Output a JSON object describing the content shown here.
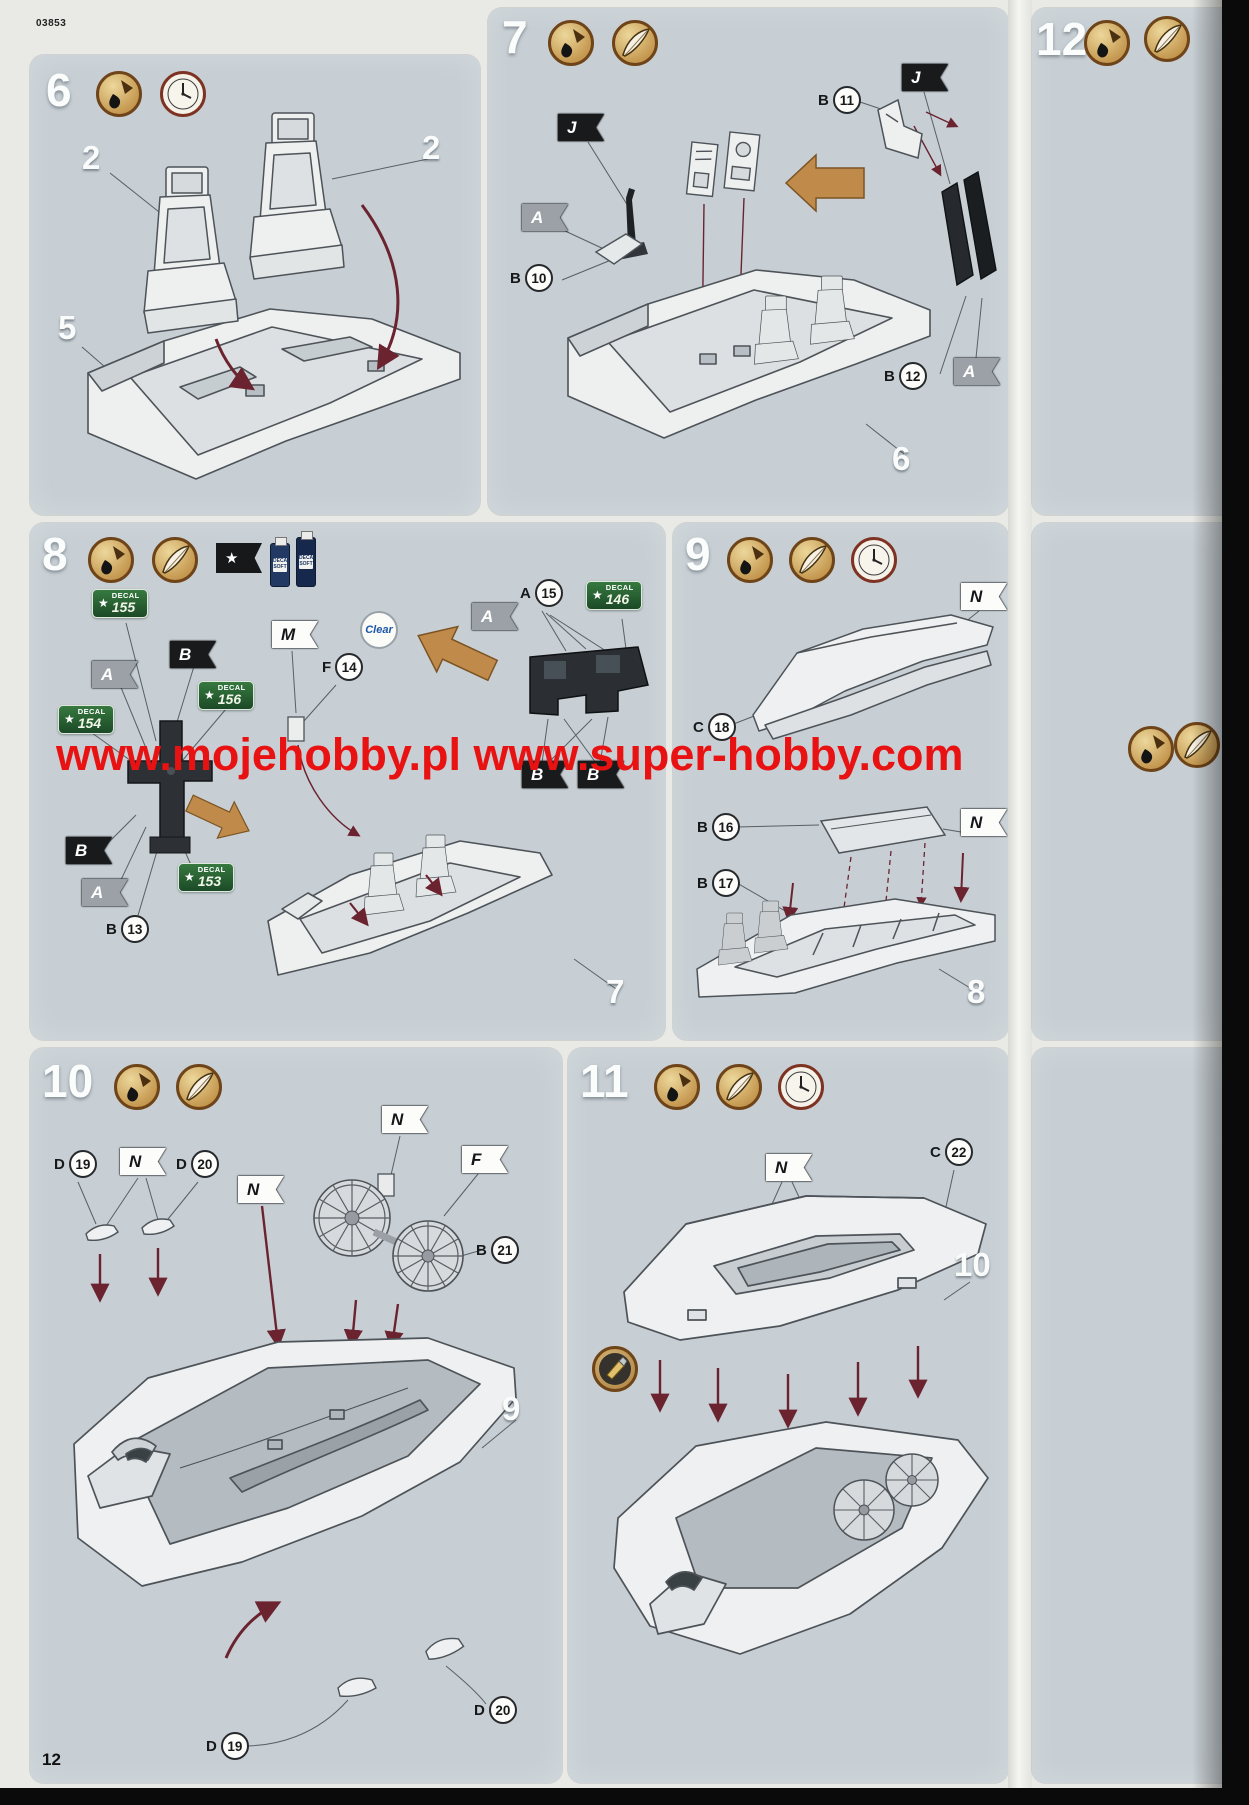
{
  "scan": {
    "kit_number": "03853",
    "page_number": "12",
    "watermark": "www.mojehobby.pl www.super-hobby.com"
  },
  "step6": {
    "number": "6",
    "icons": [
      "paint-icon",
      "clock-icon"
    ],
    "parts": {
      "seat_left": "2",
      "seat_right": "2",
      "tub": "5"
    }
  },
  "step7": {
    "number": "7",
    "icons": [
      "paint-icon",
      "brush-icon"
    ],
    "flags": {
      "j_left": "J",
      "a_left": "A",
      "j_right": "J",
      "a_right": "A"
    },
    "callouts": {
      "b10": {
        "letter": "B",
        "num": "10"
      },
      "b11": {
        "letter": "B",
        "num": "11"
      },
      "b12": {
        "letter": "B",
        "num": "12"
      }
    },
    "parts": {
      "tub": "6"
    }
  },
  "step8": {
    "number": "8",
    "icons": [
      "paint-icon",
      "brush-icon",
      "star-flag-icon",
      "decal-soft-bottle",
      "decal-soft-bottle",
      "clear-badge"
    ],
    "bottle_label": "DECAL SOFT",
    "clear_label": "Clear",
    "decals": {
      "d155": {
        "title": "DECAL",
        "num": "155"
      },
      "d156": {
        "title": "DECAL",
        "num": "156"
      },
      "d154": {
        "title": "DECAL",
        "num": "154"
      },
      "d153": {
        "title": "DECAL",
        "num": "153"
      },
      "d146": {
        "title": "DECAL",
        "num": "146"
      }
    },
    "flags": {
      "b_upper": "B",
      "a_upper": "A",
      "m": "M",
      "a_lower": "A",
      "b_lower": "B",
      "a_right": "A",
      "b_r1": "B",
      "b_r2": "B"
    },
    "callouts": {
      "f14": {
        "letter": "F",
        "num": "14"
      },
      "a15": {
        "letter": "A",
        "num": "15"
      },
      "b13": {
        "letter": "B",
        "num": "13"
      }
    },
    "parts": {
      "assembly": "7"
    }
  },
  "step9": {
    "number": "9",
    "icons": [
      "paint-icon",
      "brush-icon",
      "clock-icon"
    ],
    "flags": {
      "n_top": "N",
      "n_mid": "N"
    },
    "callouts": {
      "c18": {
        "letter": "C",
        "num": "18"
      },
      "b16": {
        "letter": "B",
        "num": "16"
      },
      "b17": {
        "letter": "B",
        "num": "17"
      }
    },
    "parts": {
      "assembly": "8"
    }
  },
  "step10": {
    "number": "10",
    "icons": [
      "paint-icon",
      "brush-icon"
    ],
    "flags": {
      "n_left": "N",
      "n_mid": "N",
      "n_top": "N",
      "f": "F"
    },
    "callouts": {
      "d19_top": {
        "letter": "D",
        "num": "19"
      },
      "d20_top": {
        "letter": "D",
        "num": "20"
      },
      "b21": {
        "letter": "B",
        "num": "21"
      },
      "d19_bottom": {
        "letter": "D",
        "num": "19"
      },
      "d20_bottom": {
        "letter": "D",
        "num": "20"
      }
    },
    "parts": {
      "fuselage": "9"
    }
  },
  "step11": {
    "number": "11",
    "icons": [
      "paint-icon",
      "brush-icon",
      "clock-icon",
      "glue-icon"
    ],
    "flags": {
      "n": "N"
    },
    "callouts": {
      "c22": {
        "letter": "C",
        "num": "22"
      }
    },
    "parts": {
      "fuselage": "10"
    }
  },
  "next_page": {
    "step_number": "12"
  }
}
